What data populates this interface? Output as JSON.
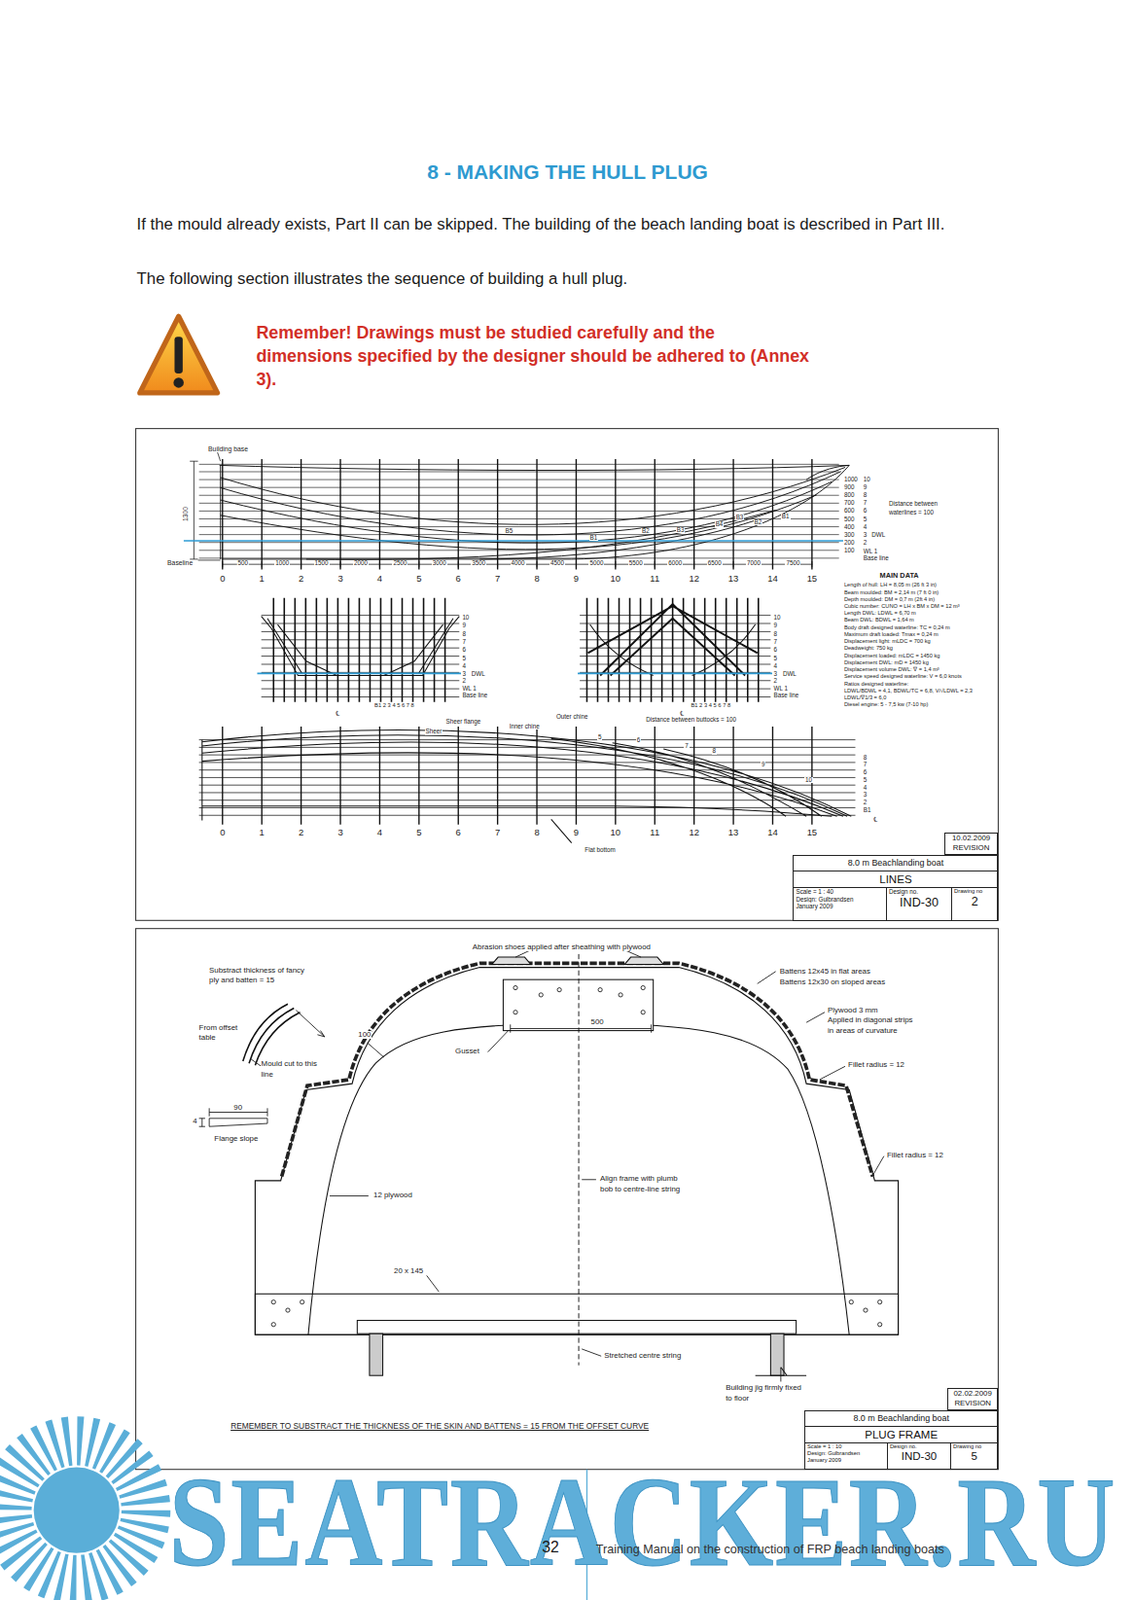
{
  "diagram": {
    "title": "8 - MAKING THE HULL PLUG",
    "nodes": [
      {
        "text": [
          "10.02.2009",
          "REVISION"
        ]
      },
      {
        "text": [
          "8.0 m Beachlanding boat",
          "LINES"
        ]
      },
      {
        "text": [
          "Scale = 1 : 40",
          "Design: Gulbrandsen",
          "January 2009"
        ],
        "in": 1
      },
      {
        "text": [
          "Design no.",
          "IND-30"
        ],
        "in": 1
      },
      {
        "text": [
          "Drawing no",
          "2"
        ],
        "in": 1
      },
      {
        "text": [
          "02.02.2009",
          "REVISION"
        ]
      },
      {
        "text": [
          "8.0 m Beachlanding boat",
          "PLUG FRAME"
        ]
      },
      {
        "text": [
          "Scale = 1 : 10",
          "Design: Gulbrandsen",
          "January 2009"
        ],
        "in": 6
      },
      {
        "text": [
          "Design no.",
          "IND-30"
        ],
        "in": 6
      },
      {
        "text": [
          "Drawing no",
          "5"
        ],
        "in": 6
      }
    ],
    "labels": [
      "If the mould already exists, Part II can be skipped. The building of the beach landing boat is described in Part III.",
      "The following section illustrates the sequence of building a hull plug.",
      "Remember! Drawings must be studied carefully and the dimensions specified by the designer should be adhered to (Annex 3).",
      "Building base",
      "1300",
      "Baseline",
      "500",
      "1000",
      "1500",
      "2000",
      "2500",
      "3000",
      "3500",
      "4000",
      "4500",
      "5000",
      "5500",
      "6000",
      "6500",
      "7000",
      "7500",
      "0",
      "1",
      "2",
      "3",
      "4",
      "5",
      "6",
      "7",
      "8",
      "9",
      "10",
      "11",
      "12",
      "13",
      "14",
      "15",
      "1000",
      "900",
      "800",
      "700",
      "600",
      "500",
      "400",
      "300",
      "200",
      "100",
      "10",
      "9",
      "8",
      "7",
      "6",
      "5",
      "4",
      "3",
      "DWL",
      "2",
      "WL 1",
      "Base line",
      "Distance between waterlines = 100",
      "B5",
      "B1",
      "B2",
      "B3",
      "B4",
      "B3",
      "B2",
      "B1",
      "10",
      "9",
      "8",
      "7",
      "6",
      "5",
      "4",
      "3",
      "DWL",
      "2",
      "WL 1",
      "Base line",
      "10",
      "9",
      "8",
      "7",
      "6",
      "5",
      "4",
      "3",
      "DWL",
      "2",
      "WL 1",
      "Base line",
      "B1 2 3 4 5 6 7 8",
      "℄",
      "B1 2 3 4 5 6 7 8",
      "℄",
      "Distance between buttocks = 100",
      "MAIN DATA",
      "Length of hull: LH = 8,05 m (26 ft 3 in)",
      "Beam moulded: BM = 2,14 m (7 ft 0 in)",
      "Depth moulded: DM = 0,7 m (2ft 4 in)",
      "Cubic number: CUNO = LH x BM x DM = 12 m³",
      "Length DWL: LDWL = 6,70 m",
      "Beam DWL: BDWL = 1,64 m",
      "Body draft designed waterline: TC = 0,24 m",
      "Maximum draft loaded: Tmax = 0,24 m",
      "Displacement light: mLDC = 700 kg",
      "Deadweight: 750 kg",
      "Displacement loaded: mLDC = 1450 kg",
      "Displacement DWL: mD = 1450 kg",
      "Displacement volume DWL: ∇ = 1,4 m³",
      "Service speed designed waterline: V = 6,0 knots",
      "Ratios designed waterline:",
      "LDWL/BDWL = 4,1, BDWL/TC = 6,8, V/√LDWL = 2,3",
      "LDWL/∇1/3 = 6,0",
      "Diesel engine: 5 - 7,5 kw (7-10 hp)",
      "Sheer flange",
      "Outer chine",
      "Inner chine",
      "Sheer",
      "5",
      "6",
      "7",
      "8",
      "9",
      "10",
      "8",
      "7",
      "6",
      "5",
      "4",
      "3",
      "2",
      "B1",
      "℄",
      "0",
      "1",
      "2",
      "3",
      "4",
      "5",
      "6",
      "7",
      "8",
      "9",
      "10",
      "11",
      "12",
      "13",
      "14",
      "15",
      "Flat bottom",
      "Abrasion shoes applied after sheathing with plywood",
      "Substract thickness of fancy ply and batten = 15",
      "From offset table",
      "Mould cut to this line",
      "90",
      "4",
      "Flange slope",
      "100",
      "Gusset",
      "500",
      "Battens 12x45 in flat areas",
      "Battens 12x30 on sloped areas",
      "Plywood 3 mm",
      "Applied in diagonal strips",
      "in areas of curvature",
      "Fillet radius = 12",
      "Fillet radius = 12",
      "Align frame with plumb bob to centre-line string",
      "12 plywood",
      "20 x 145",
      "Stretched centre string",
      "Building jig firmly fixed to floor",
      "REMEMBER TO SUBSTRACT THE THICKNESS OF THE SKIN AND BATTENS = 15 FROM THE OFFSET CURVE",
      "SEATRACKER.RU",
      "32",
      "Training Manual on the construction of FRP beach landing boats"
    ]
  }
}
